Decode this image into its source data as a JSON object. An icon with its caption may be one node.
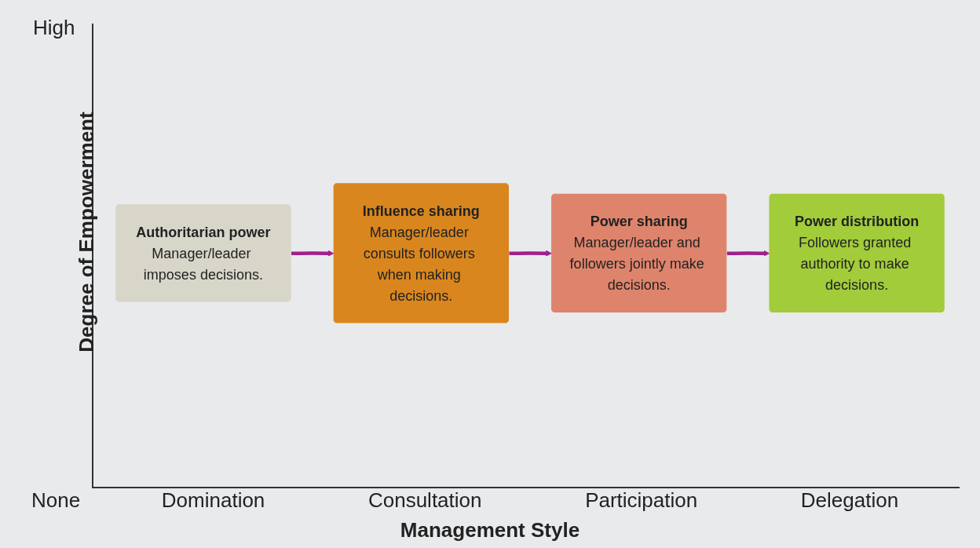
{
  "diagram": {
    "nodes": [
      {
        "text": [
          "Authoritarian power",
          "Manager/leader imposes decisions."
        ]
      },
      {
        "text": [
          "Influence sharing",
          "Manager/leader consults followers when making decisions."
        ]
      },
      {
        "text": [
          "Power sharing",
          "Manager/leader and followers jointly make decisions."
        ]
      },
      {
        "text": [
          "Power distribution",
          "Followers granted authority to make decisions."
        ]
      }
    ],
    "edges": [
      {
        "from": 0,
        "to": 1,
        "arrow": "to"
      },
      {
        "from": 1,
        "to": 2,
        "arrow": "to"
      },
      {
        "from": 2,
        "to": 3,
        "arrow": "to"
      }
    ],
    "labels": [
      "High",
      "Degree of Empowerment",
      "None",
      "Domination",
      "Consultation",
      "Participation",
      "Delegation",
      "Management Style"
    ]
  }
}
